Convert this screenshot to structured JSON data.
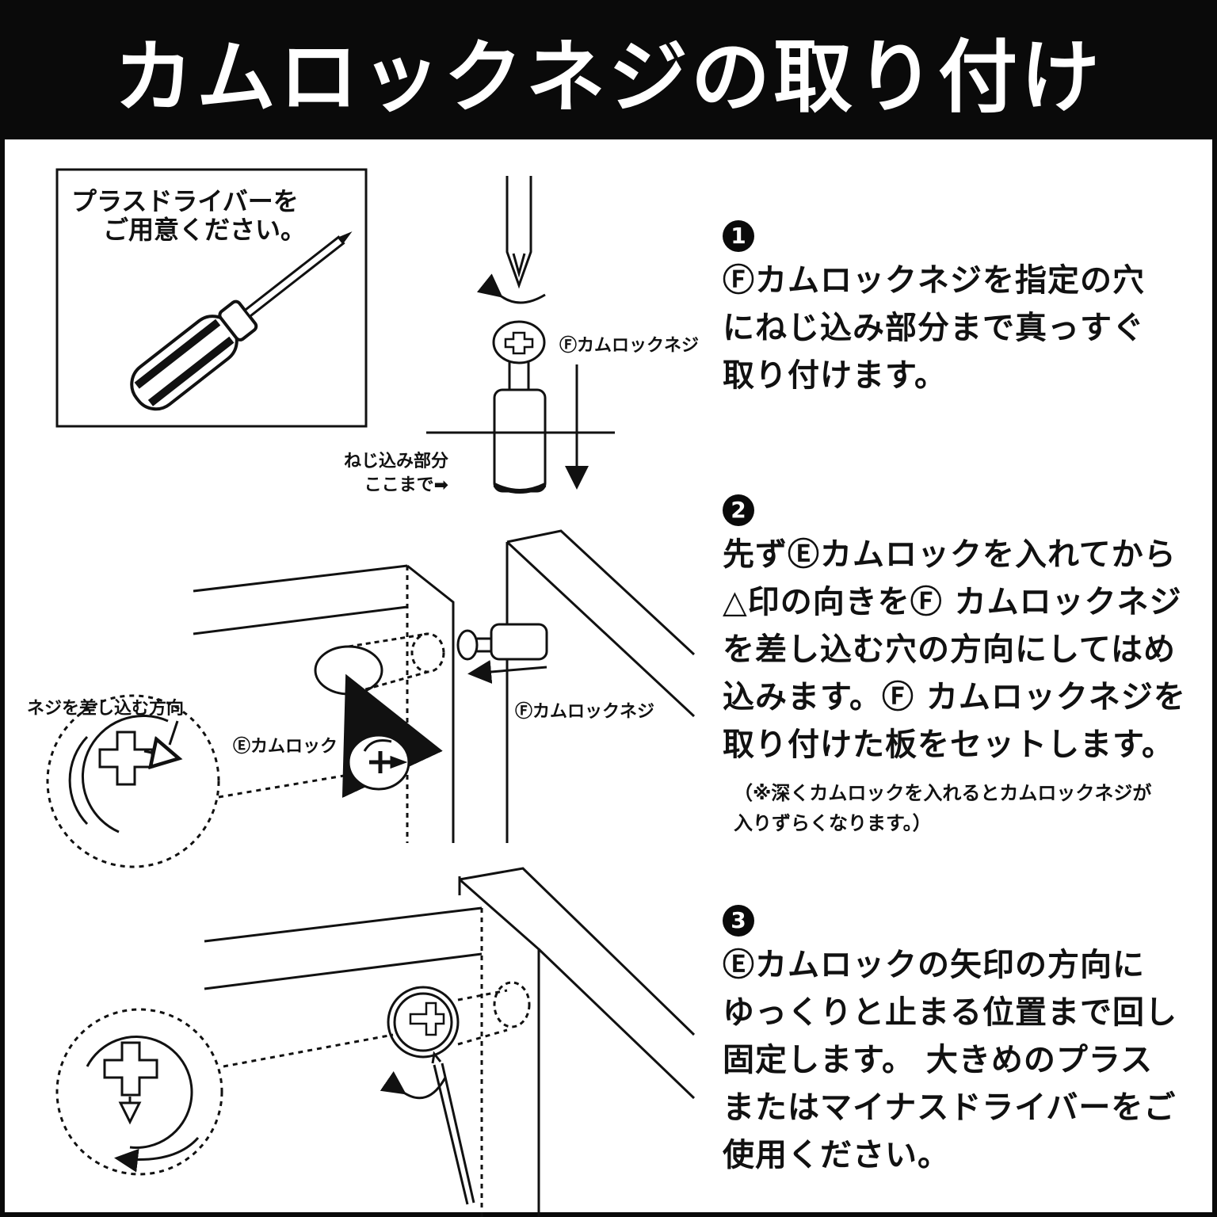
{
  "title": "カムロックネジの取り付け",
  "tool_note": {
    "line1": "プラスドライバーを",
    "line2": "ご用意ください。"
  },
  "labels": {
    "screw_top": "Ⓕカムロックネジ",
    "insert_depth_line1": "ねじ込み部分",
    "insert_depth_line2": "ここまで➡",
    "screw_mid": "Ⓕカムロックネジ",
    "camlock": "Ⓔカムロック",
    "screw_direction": "ネジを差し込む方向"
  },
  "steps": [
    {
      "number": "1",
      "lines": [
        "Ⓕカムロックネジを指定の穴",
        "にねじ込み部分まで真っすぐ",
        "取り付けます。"
      ]
    },
    {
      "number": "2",
      "lines": [
        "先ずⒺカムロックを入れてから",
        "△印の向きをⒻ カムロックネジ",
        "を差し込む穴の方向にしてはめ",
        "込みます。Ⓕ カムロックネジを",
        "取り付けた板をセットします。"
      ],
      "note_lines": [
        "（※深くカムロックを入れるとカムロックネジが",
        "入りずらくなります。）"
      ]
    },
    {
      "number": "3",
      "lines": [
        "Ⓔカムロックの矢印の方向に",
        "ゆっくりと止まる位置まで回し",
        "固定します。 大きめのプラス",
        "またはマイナスドライバーをご",
        "使用ください。"
      ]
    }
  ]
}
